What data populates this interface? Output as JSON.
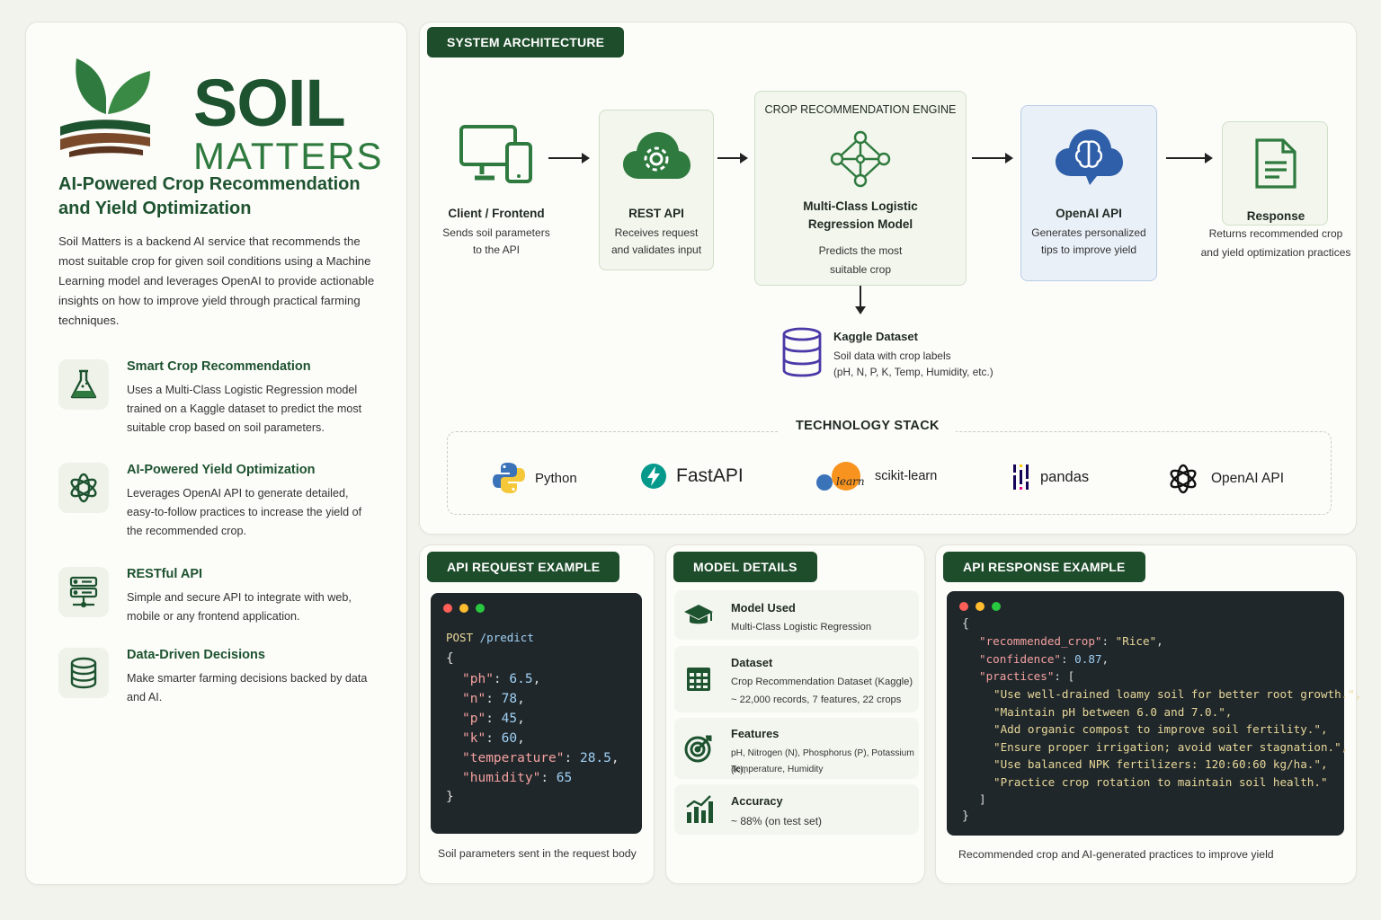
{
  "brand": {
    "name": "SOIL",
    "name_sub": "MATTERS",
    "tagline": "AI-Powered Crop Recommendation and Yield Optimization",
    "description": "Soil Matters is a backend AI service that recommends the most suitable crop for given soil conditions using a Machine Learning model and leverages OpenAI to provide actionable insights on how to improve yield through practical farming techniques."
  },
  "features": [
    {
      "title": "Smart Crop Recommendation",
      "desc": "Uses a Multi-Class Logistic Regression model trained on a Kaggle dataset to predict the most suitable crop based on soil parameters.",
      "icon": "flask-icon"
    },
    {
      "title": "AI-Powered Yield Optimization",
      "desc": "Leverages OpenAI API to generate detailed, easy-to-follow practices to increase the yield of the recommended crop.",
      "icon": "openai-icon"
    },
    {
      "title": "RESTful API",
      "desc": "Simple and secure API to integrate with web, mobile or any frontend application.",
      "icon": "server-icon"
    },
    {
      "title": "Data-Driven Decisions",
      "desc": "Make smarter farming decisions backed by data and AI.",
      "icon": "database-icon"
    }
  ],
  "architecture": {
    "title": "SYSTEM ARCHITECTURE",
    "client": {
      "title": "Client / Frontend",
      "desc": "Sends soil parameters to the API"
    },
    "rest": {
      "title": "REST API",
      "desc": "Receives request and validates input"
    },
    "engine": {
      "heading": "CROP RECOMMENDATION ENGINE",
      "title": "Multi-Class Logistic Regression Model",
      "desc": "Predicts the most suitable crop"
    },
    "openai": {
      "title": "OpenAI API",
      "desc": "Generates personalized tips to improve yield"
    },
    "response": {
      "title": "Response",
      "desc": "Returns recommended crop and yield optimization practices"
    },
    "dataset": {
      "title": "Kaggle Dataset",
      "line1": "Soil data with crop labels",
      "line2": "(pH, N, P, K, Temp, Humidity, etc.)"
    }
  },
  "stack": {
    "title": "TECHNOLOGY STACK",
    "items": [
      "Python",
      "FastAPI",
      "scikit-learn",
      "pandas",
      "OpenAI API"
    ],
    "learn_mark": "learn"
  },
  "request": {
    "title": "API REQUEST EXAMPLE",
    "method": "POST",
    "path": "/predict",
    "fields": [
      {
        "key": "\"ph\"",
        "value": "6.5",
        "sep": ","
      },
      {
        "key": "\"n\"",
        "value": "78",
        "sep": ","
      },
      {
        "key": "\"p\"",
        "value": "45",
        "sep": ","
      },
      {
        "key": "\"k\"",
        "value": "60",
        "sep": ","
      },
      {
        "key": "\"temperature\"",
        "value": "28.5",
        "sep": ","
      },
      {
        "key": "\"humidity\"",
        "value": "65",
        "sep": ""
      }
    ],
    "open": "{",
    "close": "}",
    "caption": "Soil parameters sent in the request body"
  },
  "model": {
    "title": "MODEL DETAILS",
    "rows": [
      {
        "title": "Model Used",
        "lines": [
          "Multi-Class Logistic Regression"
        ]
      },
      {
        "title": "Dataset",
        "lines": [
          "Crop Recommendation Dataset (Kaggle)",
          "~ 22,000 records, 7 features, 22 crops"
        ]
      },
      {
        "title": "Features",
        "lines": [
          "pH, Nitrogen (N), Phosphorus (P), Potassium (K),",
          "Temperature, Humidity"
        ]
      },
      {
        "title": "Accuracy",
        "lines": [
          "~ 88% (on test set)"
        ]
      }
    ]
  },
  "response": {
    "title": "API RESPONSE EXAMPLE",
    "open": "{",
    "crop_key": "\"recommended_crop\"",
    "crop_val": "\"Rice\"",
    "conf_key": "\"confidence\"",
    "conf_val": "0.87",
    "practices_key": "\"practices\"",
    "practices": [
      "\"Use well-drained loamy soil for better root growth.\",",
      "\"Maintain pH between 6.0 and 7.0.\",",
      "\"Add organic compost to improve soil fertility.\",",
      "\"Ensure proper irrigation; avoid water stagnation.\",",
      "\"Use balanced NPK fertilizers: 120:60:60 kg/ha.\",",
      "\"Practice crop rotation to maintain soil health.\""
    ],
    "array_open": "[",
    "array_close": "]",
    "close": "}",
    "caption": "Recommended crop and AI-generated practices to improve yield"
  },
  "colors": {
    "brand_green": "#1e5330",
    "accent_green": "#2f7a3e",
    "brown": "#7a4a2a",
    "code_bg": "#20272a",
    "openai_blue": "#2f5fa8"
  }
}
